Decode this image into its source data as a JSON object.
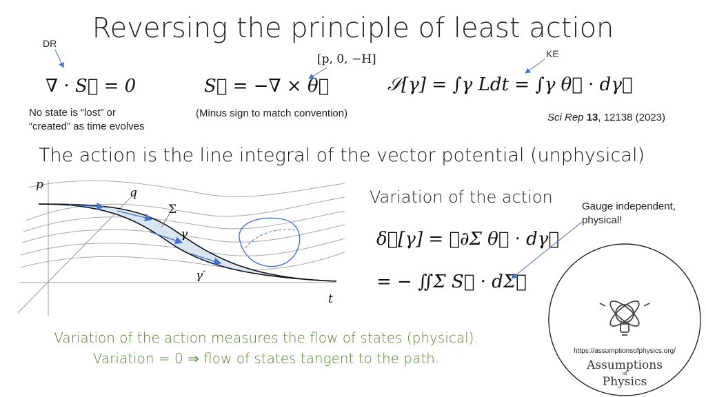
{
  "slide": {
    "title": "Reversing the principle of least action",
    "label_dr": "DR",
    "label_ke": "KE",
    "bracket_pH": "[p, 0, −H]",
    "eq_div": "∇ · S⃗ = 0",
    "eq_curl": "S⃗ = −∇ × θ⃗",
    "eq_action": "𝒮[γ] = ∫γ Ldt = ∫γ θ⃗ · dγ⃗",
    "note_div_line1": "No state is “lost” or",
    "note_div_line2": "“created” as time evolves",
    "note_curl": "(Minus sign to match convention)",
    "reference_journal": "Sci Rep",
    "reference_volume": "13",
    "reference_rest": ", 12138 (2023)",
    "subtitle": "The action is the line integral of the vector potential (unphysical)",
    "variation_header": "Variation of the action",
    "eq_var1": "δ𝒮[γ] = ∮∂Σ θ⃗ · dγ⃗",
    "eq_var2": "= − ∬Σ S⃗ · dΣ⃗",
    "gauge_line1": "Gauge independent,",
    "gauge_line2": "physical!",
    "bottom_line1": "Variation of the action measures the flow of states (physical).",
    "bottom_line2": "Variation = 0 ⇒ flow of states tangent to the path.",
    "logo_url": "https://assumptionsofphysics.org/",
    "logo_word1": "Assumptions",
    "logo_word2": "of",
    "logo_word3": "Physics"
  },
  "diagram": {
    "axis_p": "p",
    "axis_q": "q",
    "axis_t": "t",
    "label_sigma": "Σ",
    "label_gamma": "γ",
    "label_gamma_prime": "γ′"
  },
  "colors": {
    "accent_blue": "#4472c4",
    "green_text": "#538135",
    "fill_region": "#dae5f4"
  }
}
